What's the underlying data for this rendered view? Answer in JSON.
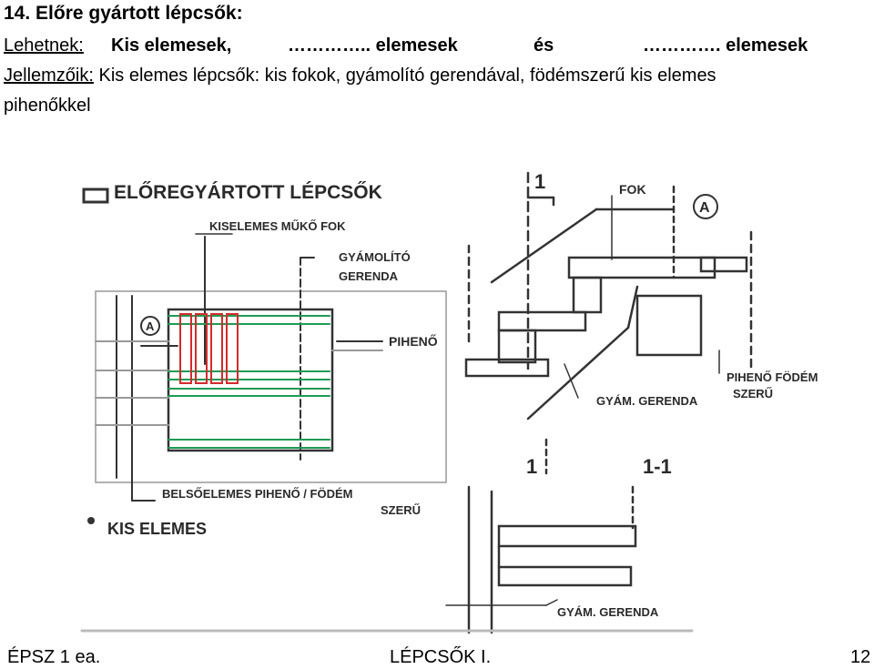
{
  "title": "14. Előre gyártott lépcsők:",
  "line1": {
    "label": "Lehetnek:",
    "item1": "Kis elemesek,",
    "item2": "………….. elemesek",
    "conj": "és",
    "item3": "…………. elemesek"
  },
  "line2": {
    "label": "Jellemzőik:",
    "text": "Kis elemes lépcsők: kis fokok, gyámolító gerendával, födémszerű kis elemes",
    "text_cont": "pihenőkkel"
  },
  "sketch": {
    "heading": "ELŐREGYÁRTOTT LÉPCSŐK",
    "label_step": "KISELEMES MŰKŐ FOK",
    "label_beam": "GYÁMOLÍTÓ",
    "label_beam2": "GERENDA",
    "label_landing": "PIHENŐ",
    "label_landing_bottom": "BELSŐELEMES PIHENŐ / FÖDÉM",
    "label_landing_bottom2": "SZERŰ",
    "label_small": "KIS ELEMES",
    "section_mark": "1",
    "section_mark_bottom": "1",
    "detail_mark": "A",
    "label_fok": "FOK",
    "label_landing_slab": "PIHENŐ FÖDÉM",
    "label_landing_slab2": "SZERŰ",
    "label_gyam_beam": "GYÁM. GERENDA",
    "section_title": "1-1",
    "label_gyam_beam_bottom": "GYÁM. GERENDA"
  },
  "footer": {
    "left": "ÉPSZ 1 ea.",
    "center": "LÉPCSŐK I.",
    "right": "12"
  }
}
